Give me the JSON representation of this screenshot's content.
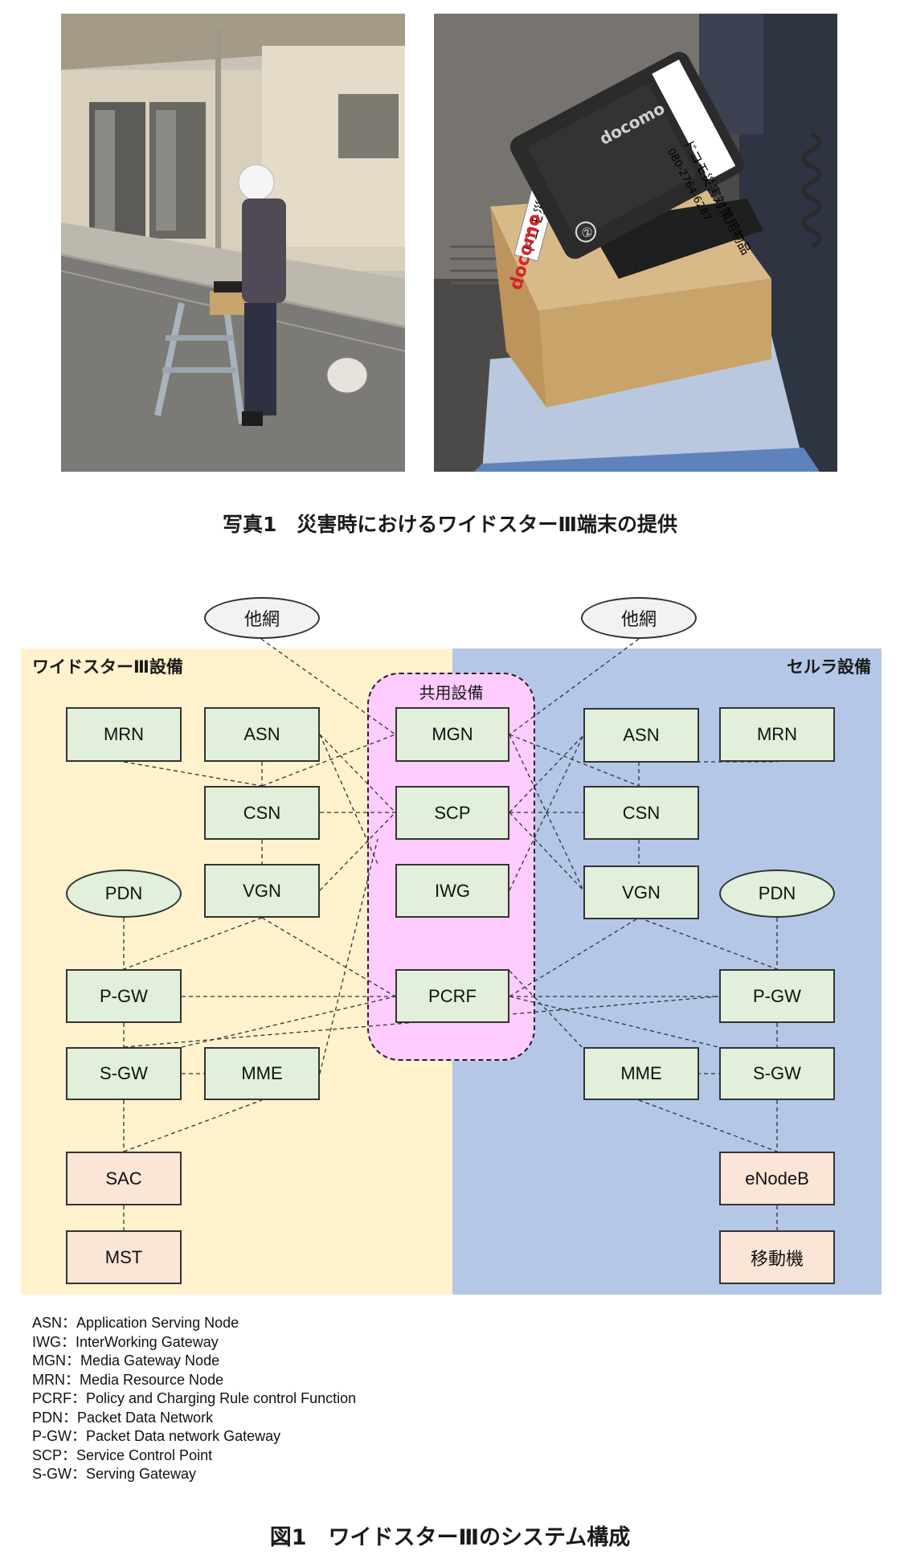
{
  "photo_caption": "写真1　災害時におけるワイドスターⅢ端末の提供",
  "figure_caption": "図1　ワイドスターⅢのシステム構成",
  "photos": {
    "right": {
      "sticker_top": "ドコモ災害対策用物品",
      "sticker_box": "ドコモ災害対策用物品",
      "brand": "docomo",
      "phone_number": "080-2764-6287",
      "badge": "②"
    }
  },
  "diagram": {
    "left_region_label": "ワイドスターⅢ設備",
    "right_region_label": "セルラ設備",
    "shared_label": "共用設備",
    "colors": {
      "left_bg": "#fff2cc",
      "right_bg": "#b4c7e7",
      "shared_bg": "#ffccff",
      "node_green": "#e2efda",
      "node_orange": "#fbe5d6"
    },
    "nodes": {
      "other_net_left": "他網",
      "other_net_right": "他網",
      "mrn_left": "MRN",
      "asn_left": "ASN",
      "csn_left": "CSN",
      "vgn_left": "VGN",
      "pdn_left": "PDN",
      "pgw_left": "P-GW",
      "sgw_left": "S-GW",
      "mme_left": "MME",
      "sac": "SAC",
      "mst": "MST",
      "mgn": "MGN",
      "scp": "SCP",
      "iwg": "IWG",
      "pcrf": "PCRF",
      "asn_right": "ASN",
      "mrn_right": "MRN",
      "csn_right": "CSN",
      "vgn_right": "VGN",
      "pdn_right": "PDN",
      "pgw_right": "P-GW",
      "mme_right": "MME",
      "sgw_right": "S-GW",
      "enodeb": "eNodeB",
      "mobile": "移動機"
    }
  },
  "legend": [
    "ASN：Application Serving Node",
    "IWG：InterWorking Gateway",
    "MGN：Media Gateway Node",
    "MRN：Media Resource Node",
    "PCRF：Policy and Charging Rule control Function",
    "PDN：Packet Data Network",
    "P-GW：Packet Data network Gateway",
    "SCP：Service Control Point",
    "S-GW：Serving Gateway"
  ]
}
